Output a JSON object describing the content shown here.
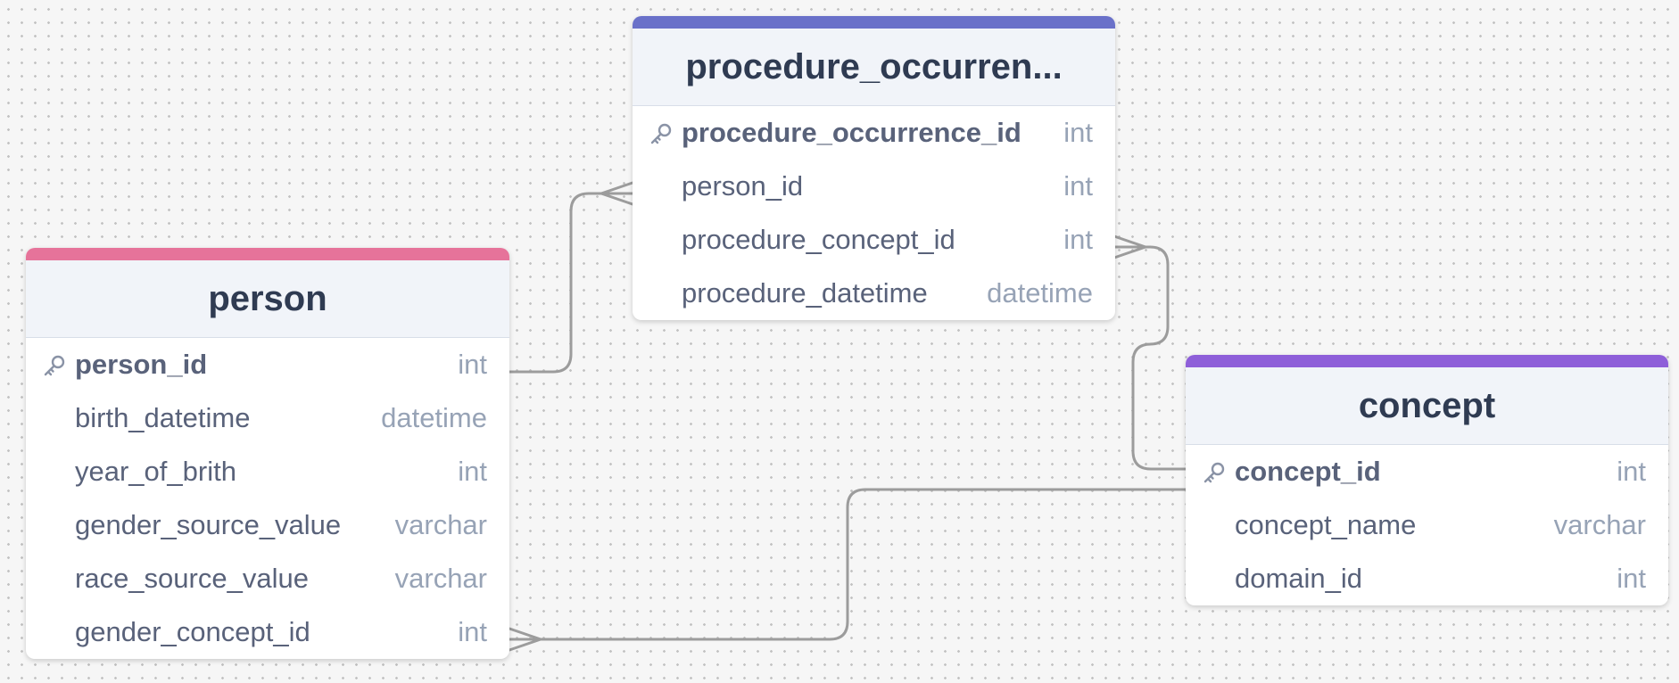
{
  "tables": {
    "procedure": {
      "name": "procedure_occurrence",
      "title_shown": "procedure_occurren...",
      "color": "#6a71c9",
      "columns": [
        {
          "name": "procedure_occurrence_id",
          "type": "int",
          "pk": true
        },
        {
          "name": "person_id",
          "type": "int"
        },
        {
          "name": "procedure_concept_id",
          "type": "int"
        },
        {
          "name": "procedure_datetime",
          "type": "datetime"
        }
      ]
    },
    "person": {
      "name": "person",
      "color": "#e6739a",
      "columns": [
        {
          "name": "person_id",
          "type": "int",
          "pk": true
        },
        {
          "name": "birth_datetime",
          "type": "datetime"
        },
        {
          "name": "year_of_brith",
          "type": "int"
        },
        {
          "name": "gender_source_value",
          "type": "varchar"
        },
        {
          "name": "race_source_value",
          "type": "varchar"
        },
        {
          "name": "gender_concept_id",
          "type": "int"
        }
      ]
    },
    "concept": {
      "name": "concept",
      "color": "#8e5fd9",
      "columns": [
        {
          "name": "concept_id",
          "type": "int",
          "pk": true
        },
        {
          "name": "concept_name",
          "type": "varchar"
        },
        {
          "name": "domain_id",
          "type": "int"
        }
      ]
    }
  },
  "relationships": [
    {
      "from": "person.person_id",
      "to": "procedure_occurrence.person_id",
      "cardinality": "one-to-many"
    },
    {
      "from": "concept.concept_id",
      "to": "procedure_occurrence.procedure_concept_id",
      "cardinality": "one-to-many"
    },
    {
      "from": "concept.concept_id",
      "to": "person.gender_concept_id",
      "cardinality": "one-to-many"
    }
  ],
  "colors": {
    "edge": "#9c9c9c",
    "header_bg": "#f1f4f9"
  }
}
